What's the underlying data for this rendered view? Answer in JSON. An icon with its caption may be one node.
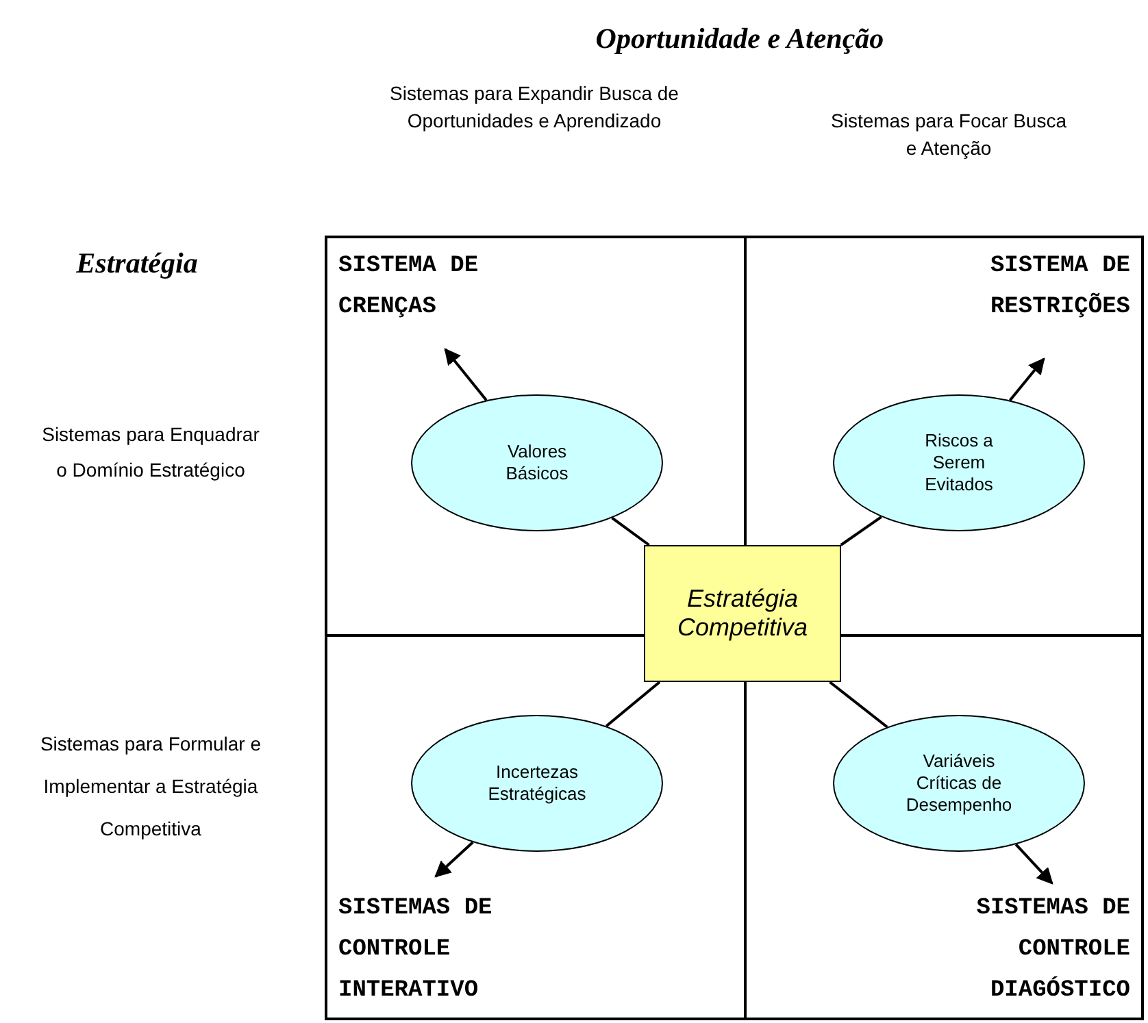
{
  "diagram": {
    "nodes": [
      {
        "text": [
          "SISTEMA DE CRENÇAS"
        ]
      },
      {
        "text": [
          "Valores Básicos"
        ],
        "in": 0
      },
      {
        "text": [
          "SISTEMA DE RESTRIÇÕES"
        ]
      },
      {
        "text": [
          "Riscos a Serem Evitados"
        ],
        "in": 2
      },
      {
        "text": [
          "Estratégia Competitiva"
        ]
      },
      {
        "text": [
          "SISTEMAS DE CONTROLE INTERATIVO"
        ]
      },
      {
        "text": [
          "Incertezas Estratégicas"
        ],
        "in": 5
      },
      {
        "text": [
          "SISTEMAS DE CONTROLE DIAGÓSTICO"
        ]
      },
      {
        "text": [
          "Variáveis Críticas de Desempenho"
        ],
        "in": 7
      }
    ],
    "edges": [
      {
        "from": 4,
        "to": 1,
        "arrow": "none"
      },
      {
        "from": 1,
        "to": null,
        "arrow": "to"
      },
      {
        "from": 4,
        "to": 3,
        "arrow": "none"
      },
      {
        "from": 3,
        "to": null,
        "arrow": "to"
      },
      {
        "from": 4,
        "to": 6,
        "arrow": "none"
      },
      {
        "from": 6,
        "to": null,
        "arrow": "to"
      },
      {
        "from": 4,
        "to": 8,
        "arrow": "none"
      },
      {
        "from": 8,
        "to": null,
        "arrow": "to"
      }
    ],
    "labels": [
      "Oportunidade e Atenção",
      "Sistemas para Expandir Busca de Oportunidades e Aprendizado",
      "Sistemas para Focar Busca e Atenção",
      "Estratégia",
      "Sistemas para Enquadrar o Domínio Estratégico",
      "Sistemas para Formular e Implementar a Estratégia Competitiva"
    ]
  }
}
